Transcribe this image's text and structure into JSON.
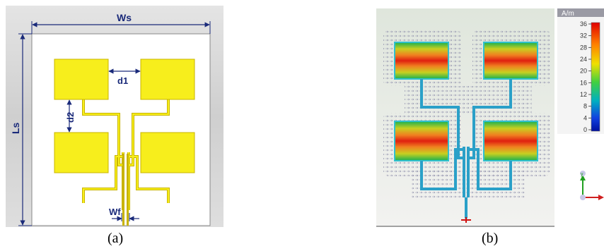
{
  "panel_a": {
    "caption": "(a)",
    "dimension_labels": {
      "ws": "Ws",
      "ls": "Ls",
      "d1": "d1",
      "d2": "d2",
      "wf": "Wf"
    }
  },
  "panel_b": {
    "caption": "(b)",
    "colorbar": {
      "unit": "A/m",
      "ticks": [
        "36",
        "32",
        "28",
        "24",
        "20",
        "16",
        "12",
        "8",
        "4",
        "0"
      ]
    }
  },
  "colors": {
    "patch": "#f7ee1c",
    "patch_edge": "#c8b400",
    "board": "#ffffff",
    "dimension": "#1a2a7a",
    "frame": "#d8d8d8"
  }
}
